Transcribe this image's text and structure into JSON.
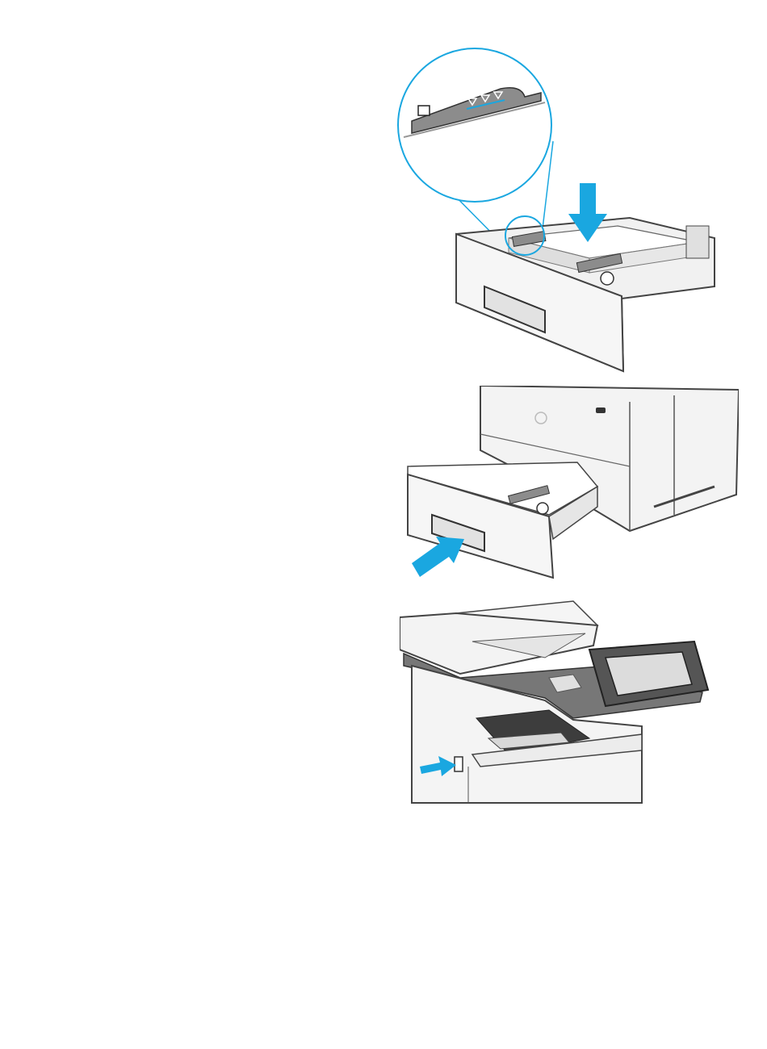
{
  "page": {
    "figures": [
      {
        "id": "step-load-paper",
        "icon": "tray-paper-height-marks-illustration",
        "arrow": "down-arrow-icon"
      },
      {
        "id": "step-close-tray",
        "icon": "tray-insert-illustration",
        "arrow": "right-arrow-icon"
      },
      {
        "id": "step-size-type-message",
        "icon": "printer-front-illustration",
        "arrow": "right-arrow-icon"
      }
    ],
    "colors": {
      "accent_arrow": "#1aa7e0",
      "tray_body": "#f1f1f1",
      "outline": "#444444",
      "guide_gray": "#8c8c8c",
      "panel_dark": "#555555",
      "screen": "#dcdcdc"
    }
  }
}
